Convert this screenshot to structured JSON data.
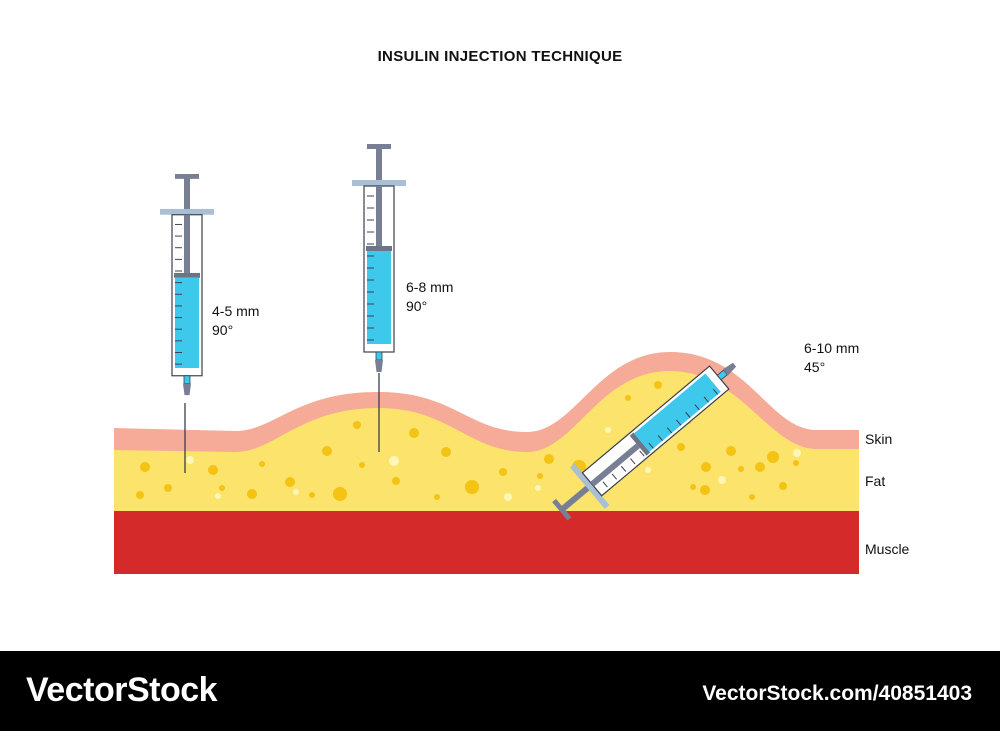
{
  "title": "INSULIN INJECTION TECHNIQUE",
  "layers": {
    "skin": "Skin",
    "fat": "Fat",
    "muscle": "Muscle"
  },
  "syringes": [
    {
      "length": "4-5 mm",
      "angle": "90°"
    },
    {
      "length": "6-8 mm",
      "angle": "90°"
    },
    {
      "length": "6-10 mm",
      "angle": "45°"
    }
  ],
  "colors": {
    "skin": "#f6aa98",
    "fat": "#fbe36c",
    "fat_bubble": "#f4c314",
    "muscle": "#d42a2a",
    "insulin": "#3ec8ec",
    "plunger": "#787e93",
    "flange": "#a9bfd3"
  },
  "footer": {
    "brand": "VectorStock",
    "url": "VectorStock.com/40851403"
  }
}
